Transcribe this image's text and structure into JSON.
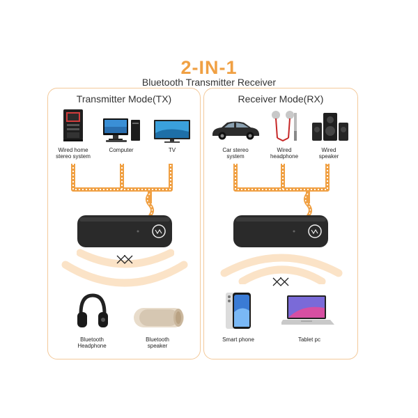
{
  "title": "2-IN-1",
  "subtitle": "Bluetooth Transmitter Receiver",
  "tx": {
    "heading": "Transmitter Mode(TX)",
    "sources": [
      {
        "label": "Wired home stereo system",
        "icon": "stereo-tower-icon"
      },
      {
        "label": "Computer",
        "icon": "computer-icon"
      },
      {
        "label": "TV",
        "icon": "tv-icon"
      }
    ],
    "targets": [
      {
        "label": "Bluetooth Headphone",
        "icon": "headphone-icon"
      },
      {
        "label": "Bluetooth speaker",
        "icon": "speaker-icon"
      }
    ]
  },
  "rx": {
    "heading": "Receiver Mode(RX)",
    "outputs": [
      {
        "label": "Car stereo system",
        "icon": "car-icon"
      },
      {
        "label": "Wired headphone",
        "icon": "earphone-icon"
      },
      {
        "label": "Wired speaker",
        "icon": "speaker-set-icon"
      }
    ],
    "sources": [
      {
        "label": "Smart phone",
        "icon": "phone-icon"
      },
      {
        "label": "Tablet pc",
        "icon": "laptop-icon"
      }
    ]
  },
  "colors": {
    "accent": "#f0a043",
    "border": "#f3c99a",
    "wave": "#fbe3c7",
    "device": "#2a2a2a"
  }
}
